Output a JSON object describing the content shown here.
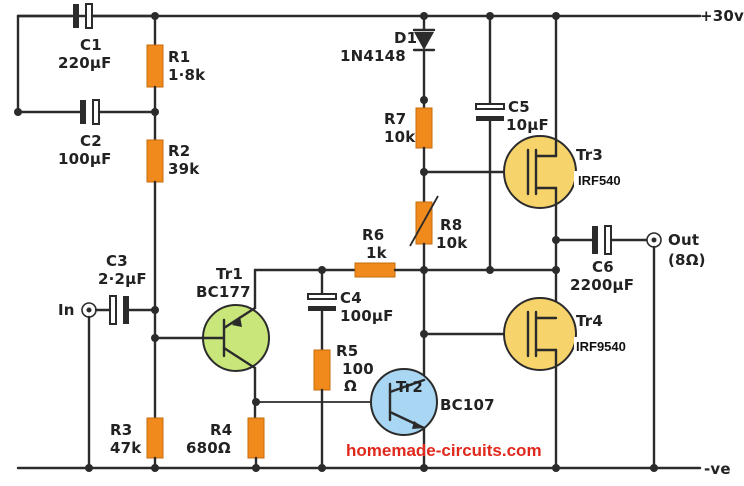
{
  "rails": {
    "positive": "+30v",
    "negative": "-ve"
  },
  "components": {
    "c1": {
      "ref": "C1",
      "value": "220µF"
    },
    "c2": {
      "ref": "C2",
      "value": "100µF"
    },
    "c3": {
      "ref": "C3",
      "value": "2·2µF"
    },
    "c4": {
      "ref": "C4",
      "value": "100µF"
    },
    "c5": {
      "ref": "C5",
      "value": "10µF"
    },
    "c6": {
      "ref": "C6",
      "value": "2200µF"
    },
    "r1": {
      "ref": "R1",
      "value": "1·8k"
    },
    "r2": {
      "ref": "R2",
      "value": "39k"
    },
    "r3": {
      "ref": "R3",
      "value": "47k"
    },
    "r4": {
      "ref": "R4",
      "value": "680Ω"
    },
    "r5": {
      "ref": "R5",
      "value": "100",
      "unit": "Ω"
    },
    "r6": {
      "ref": "R6",
      "value": "1k"
    },
    "r7": {
      "ref": "R7",
      "value": "10k"
    },
    "r8": {
      "ref": "R8",
      "value": "10k"
    },
    "d1": {
      "ref": "D1",
      "value": "1N4148"
    },
    "tr1": {
      "ref": "Tr1",
      "value": "BC177"
    },
    "tr2": {
      "ref": "Tr2",
      "value": "BC107"
    },
    "tr3": {
      "ref": "Tr3",
      "value": "IRF540"
    },
    "tr4": {
      "ref": "Tr4",
      "value": "IRF9540"
    }
  },
  "terminals": {
    "input": "In",
    "output": "Out",
    "output_impedance": "(8Ω)"
  },
  "watermark": "homemade-circuits.com",
  "colors": {
    "resistor": "#f08a1c",
    "pnp_transistor": "#c9e67a",
    "npn_transistor": "#a9d6f2",
    "mosfet": "#f7d36b",
    "watermark": "#e0281c"
  }
}
